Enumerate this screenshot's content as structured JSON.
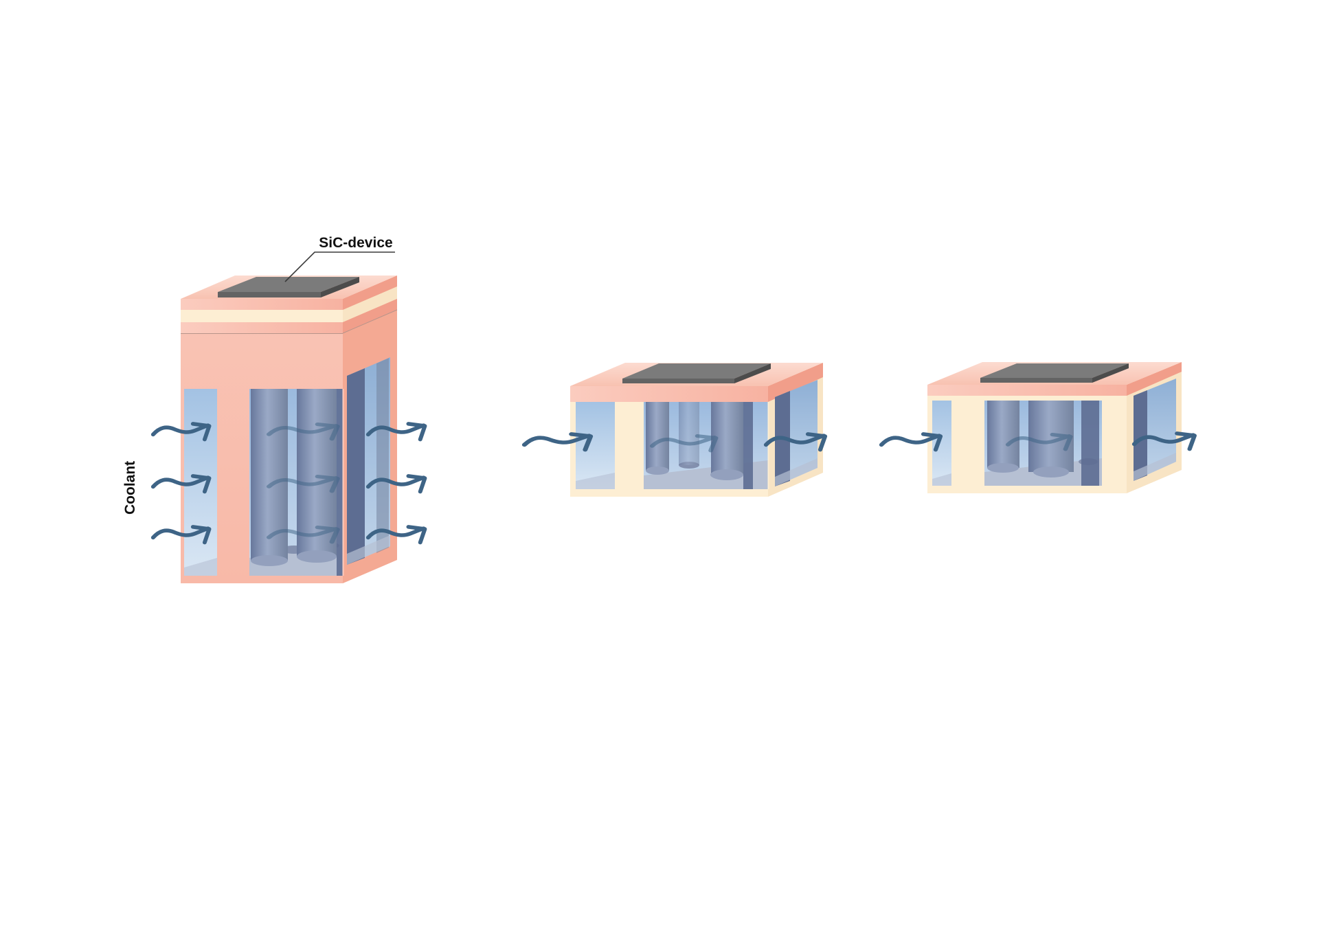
{
  "labels": {
    "device": "SiC-device",
    "coolant": "Coolant"
  },
  "icons": {
    "flow_arrow": "wavy-right-arrow"
  },
  "figures": [
    {
      "id": "tall-pin-fin-cooler",
      "inflow_arrows": 3,
      "internal_arrows": 3,
      "outflow_arrows": 3
    },
    {
      "id": "flat-pin-fin-cooler",
      "inflow_arrows": 1,
      "internal_arrows": 1,
      "outflow_arrows": 1
    },
    {
      "id": "thin-pin-fin-cooler",
      "inflow_arrows": 1,
      "internal_arrows": 1,
      "outflow_arrows": 1
    }
  ],
  "colors": {
    "background": "#ffffff",
    "text": "#111111",
    "leader": "#3a3a3a",
    "arrow": "#3e6486",
    "pink_top_light": "#fcdbd0",
    "pink_top": "#f8c2b1",
    "pink_wall": "#f9c4b5",
    "pink_wall_deep": "#f8b9a8",
    "pink_band_light": "#fbccbf",
    "pink_band": "#f7b2a1",
    "pink_side": "#f4a993",
    "pink_side_band": "#f19e8a",
    "pink_edge_line": "#b7948a",
    "cream": "#fdeed3",
    "cream_side": "#f8e4c4",
    "window_top": "#a3c2e3",
    "window_bottom": "#dae7f4",
    "channel_top": "#9bbade",
    "channel_bottom": "#c8daee",
    "sidewin_top": "#8eafd5",
    "sidewin_bottom": "#c1d5ea",
    "pin_edge": "#68789c",
    "pin_mid": "#9aa9c6",
    "pin_shadow": "#74839f",
    "pin_dark": "#5d6d92",
    "floor": "#b6c0d3",
    "base": "#93a0bd",
    "base_dark": "#8390ae",
    "chip_top": "#7b7b7b",
    "chip_front": "#636363",
    "chip_side": "#4c4c4c"
  }
}
